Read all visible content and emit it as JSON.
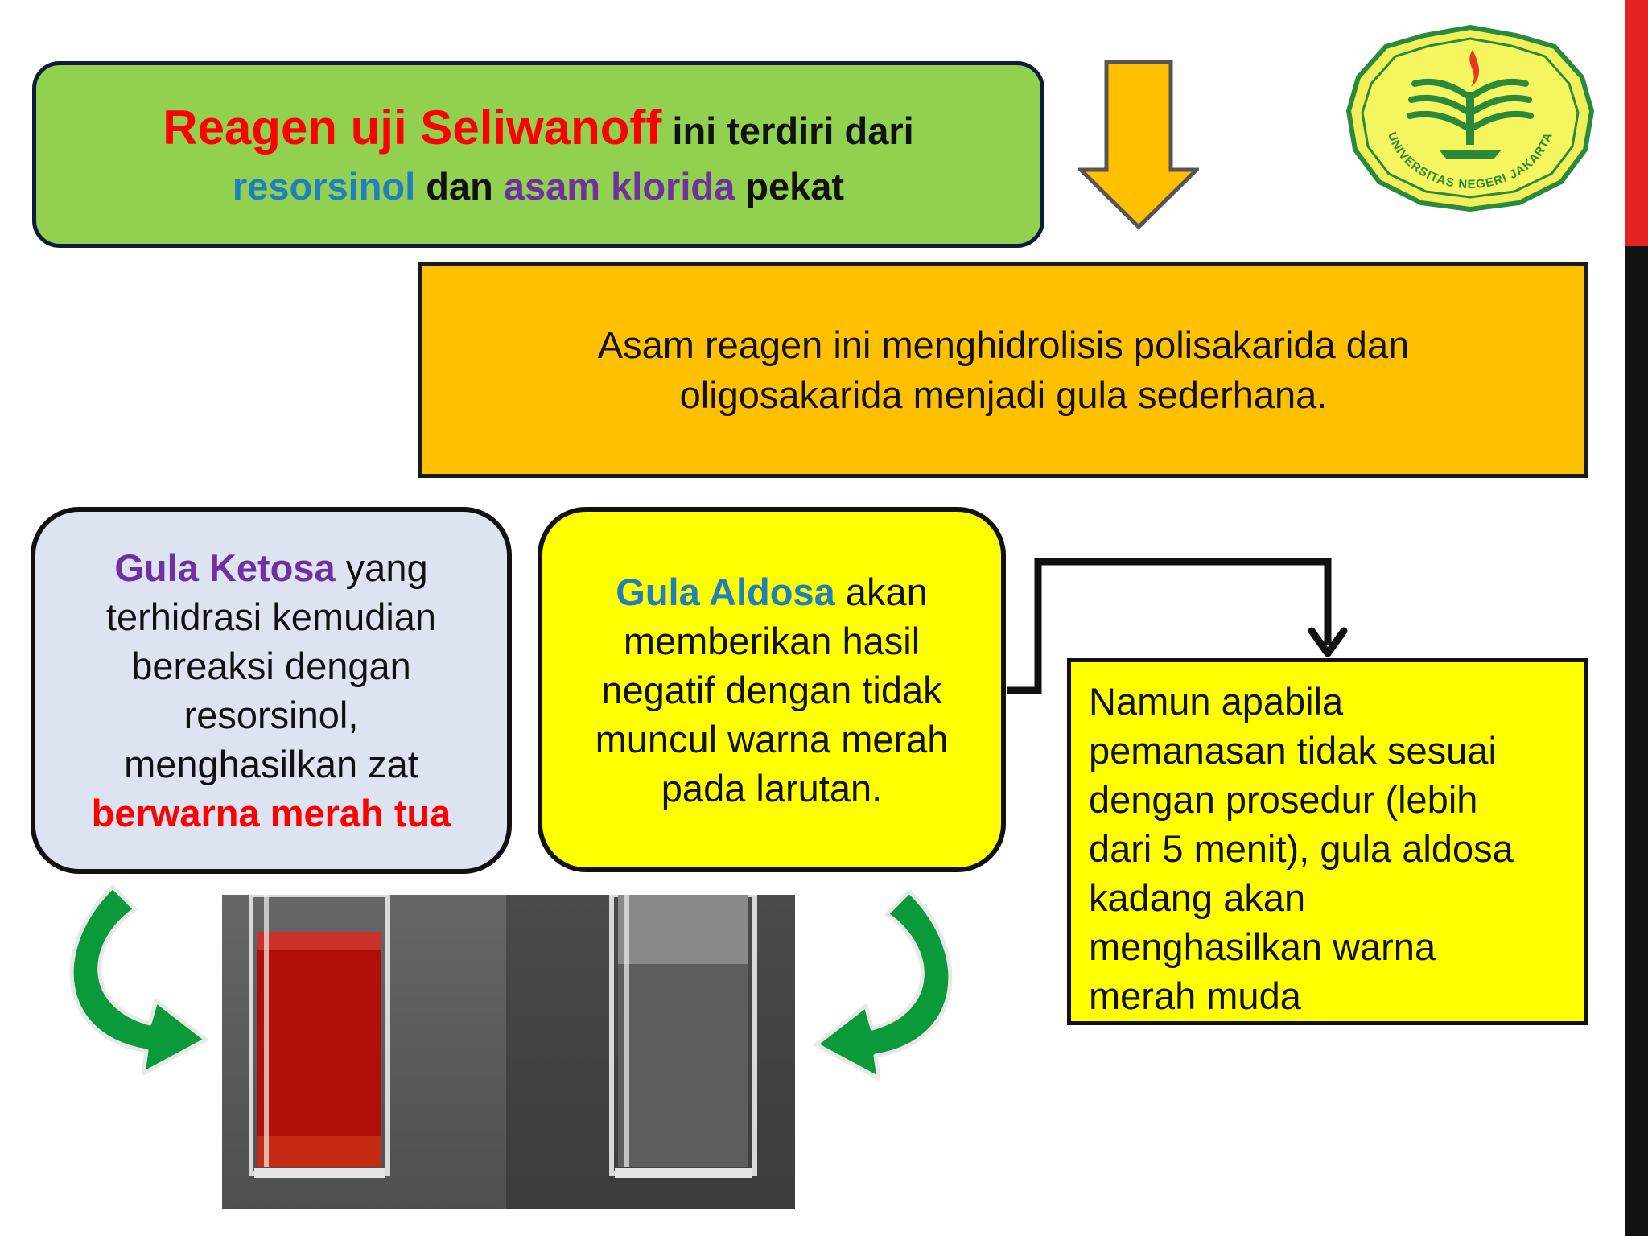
{
  "title": {
    "line1_red": "Reagen uji Seliwanoff",
    "line1_rest": " ini terdiri dari",
    "line2_blue": "resorsinol",
    "line2_mid": " dan ",
    "line2_purple": "asam klorida",
    "line2_end": " pekat"
  },
  "hydrolysis": {
    "line1": "Asam reagen ini menghidrolisis polisakarida dan",
    "line2": "oligosakarida menjadi gula sederhana."
  },
  "ketosa": {
    "term": "Gula Ketosa",
    "line1_rest": " yang",
    "line2": "terhidrasi kemudian",
    "line3": "bereaksi dengan",
    "line4": "resorsinol,",
    "line5": "menghasilkan zat",
    "highlight": "berwarna merah tua"
  },
  "aldosa": {
    "term": "Gula Aldosa",
    "line1_rest": " akan",
    "line2": "memberikan hasil",
    "line3": "negatif dengan tidak",
    "line4": "muncul warna merah",
    "line5": "pada larutan."
  },
  "namun": {
    "line1": "Namun apabila",
    "line2": "pemanasan tidak sesuai",
    "line3": "dengan prosedur (lebih",
    "line4": "dari 5 menit), gula aldosa",
    "line5": "kadang akan",
    "line6": "menghasilkan warna",
    "line7": "merah muda"
  },
  "logo": {
    "text": "UNIVERSITAS NEGERI JAKARTA"
  },
  "colors": {
    "title_box": "#92d050",
    "hydrolysis_box": "#ffc000",
    "ketosa_box": "#dde3f0",
    "yellow_box": "#ffff00",
    "red_text": "#ff0000",
    "blue_text": "#1f7fbf",
    "purple_text": "#7030a0",
    "curved_arrow": "#0a9a3a",
    "down_arrow": "#ffc000",
    "cuvette_liquid_red": "#b00e08"
  }
}
